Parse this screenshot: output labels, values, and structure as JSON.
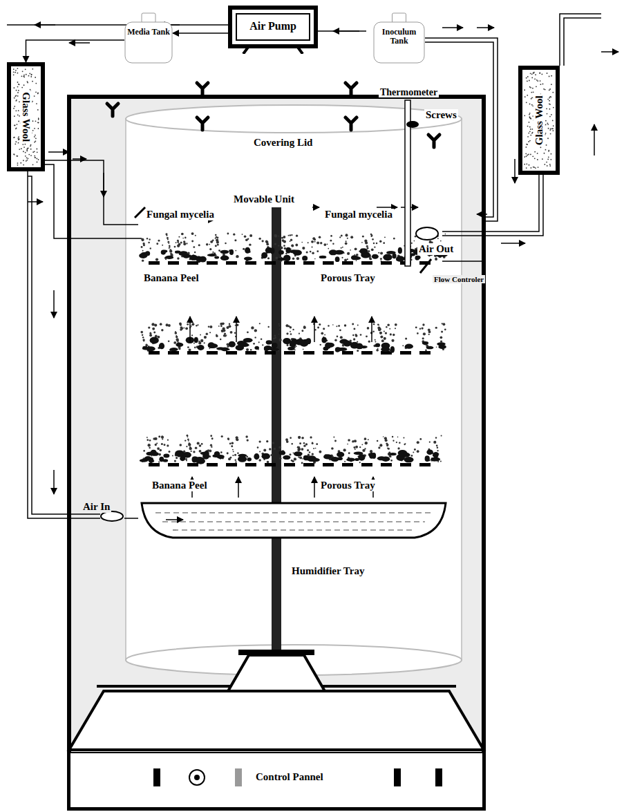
{
  "diagram": {
    "nodes": [
      {
        "text": [
          "Air Pump"
        ]
      },
      {
        "text": [
          "Media Tank"
        ]
      },
      {
        "text": [
          "Inoculum Tank"
        ]
      },
      {
        "text": [
          "Glass Wool"
        ]
      },
      {
        "text": [
          "Glass Wool"
        ]
      },
      {
        "text": [
          "Control Pannel"
        ]
      }
    ],
    "edges": [
      {
        "from": 0,
        "to": 1,
        "arrow": "to"
      },
      {
        "from": 1,
        "to": 3,
        "arrow": "to"
      }
    ],
    "labels": [
      "Covering Lid",
      "Thermometer",
      "Screws",
      "Movable Unit",
      "Fungal mycelia",
      "Fungal mycelia",
      "Air Out",
      "Flow Controler",
      "Banana Peel",
      "Porous Tray",
      "Banana Peel",
      "Porous Tray",
      "Air In",
      "Humidifier Tray"
    ]
  }
}
